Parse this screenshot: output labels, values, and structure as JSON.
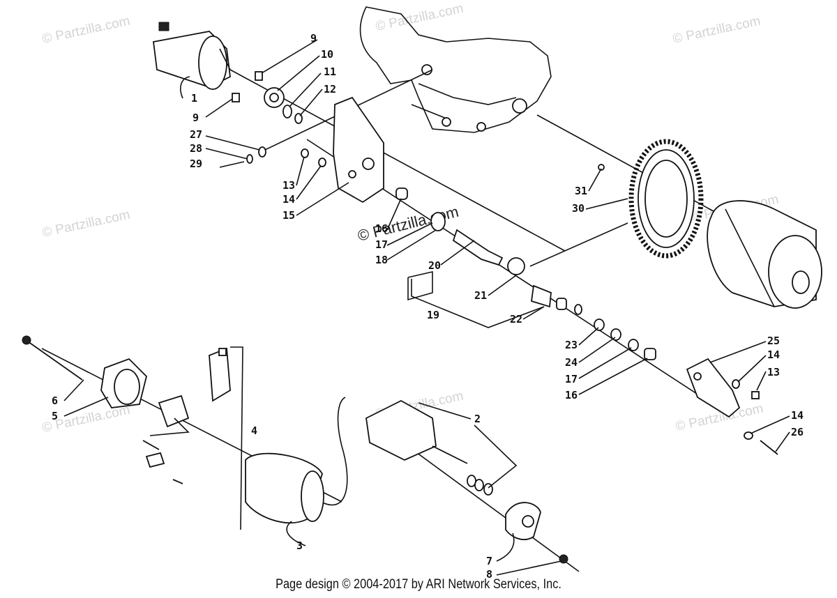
{
  "watermarks": {
    "text": "© Partzilla.com",
    "center_text": "© Partzilla.com"
  },
  "callouts": [
    {
      "id": "c1",
      "label": "1"
    },
    {
      "id": "c9a",
      "label": "9"
    },
    {
      "id": "c9b",
      "label": "9"
    },
    {
      "id": "c10",
      "label": "10"
    },
    {
      "id": "c11",
      "label": "11"
    },
    {
      "id": "c12",
      "label": "12"
    },
    {
      "id": "c27",
      "label": "27"
    },
    {
      "id": "c28",
      "label": "28"
    },
    {
      "id": "c29",
      "label": "29"
    },
    {
      "id": "c13a",
      "label": "13"
    },
    {
      "id": "c14a",
      "label": "14"
    },
    {
      "id": "c15",
      "label": "15"
    },
    {
      "id": "c16a",
      "label": "16"
    },
    {
      "id": "c17a",
      "label": "17"
    },
    {
      "id": "c18",
      "label": "18"
    },
    {
      "id": "c20",
      "label": "20"
    },
    {
      "id": "c19",
      "label": "19"
    },
    {
      "id": "c21",
      "label": "21"
    },
    {
      "id": "c22",
      "label": "22"
    },
    {
      "id": "c31",
      "label": "31"
    },
    {
      "id": "c30",
      "label": "30"
    },
    {
      "id": "c23",
      "label": "23"
    },
    {
      "id": "c24",
      "label": "24"
    },
    {
      "id": "c17b",
      "label": "17"
    },
    {
      "id": "c16b",
      "label": "16"
    },
    {
      "id": "c25",
      "label": "25"
    },
    {
      "id": "c14b",
      "label": "14"
    },
    {
      "id": "c13b",
      "label": "13"
    },
    {
      "id": "c14c",
      "label": "14"
    },
    {
      "id": "c26",
      "label": "26"
    },
    {
      "id": "c6",
      "label": "6"
    },
    {
      "id": "c5",
      "label": "5"
    },
    {
      "id": "c4",
      "label": "4"
    },
    {
      "id": "c2",
      "label": "2"
    },
    {
      "id": "c3",
      "label": "3"
    },
    {
      "id": "c7",
      "label": "7"
    },
    {
      "id": "c8",
      "label": "8"
    }
  ],
  "footer": "Page design © 2004-2017 by ARI Network Services, Inc."
}
